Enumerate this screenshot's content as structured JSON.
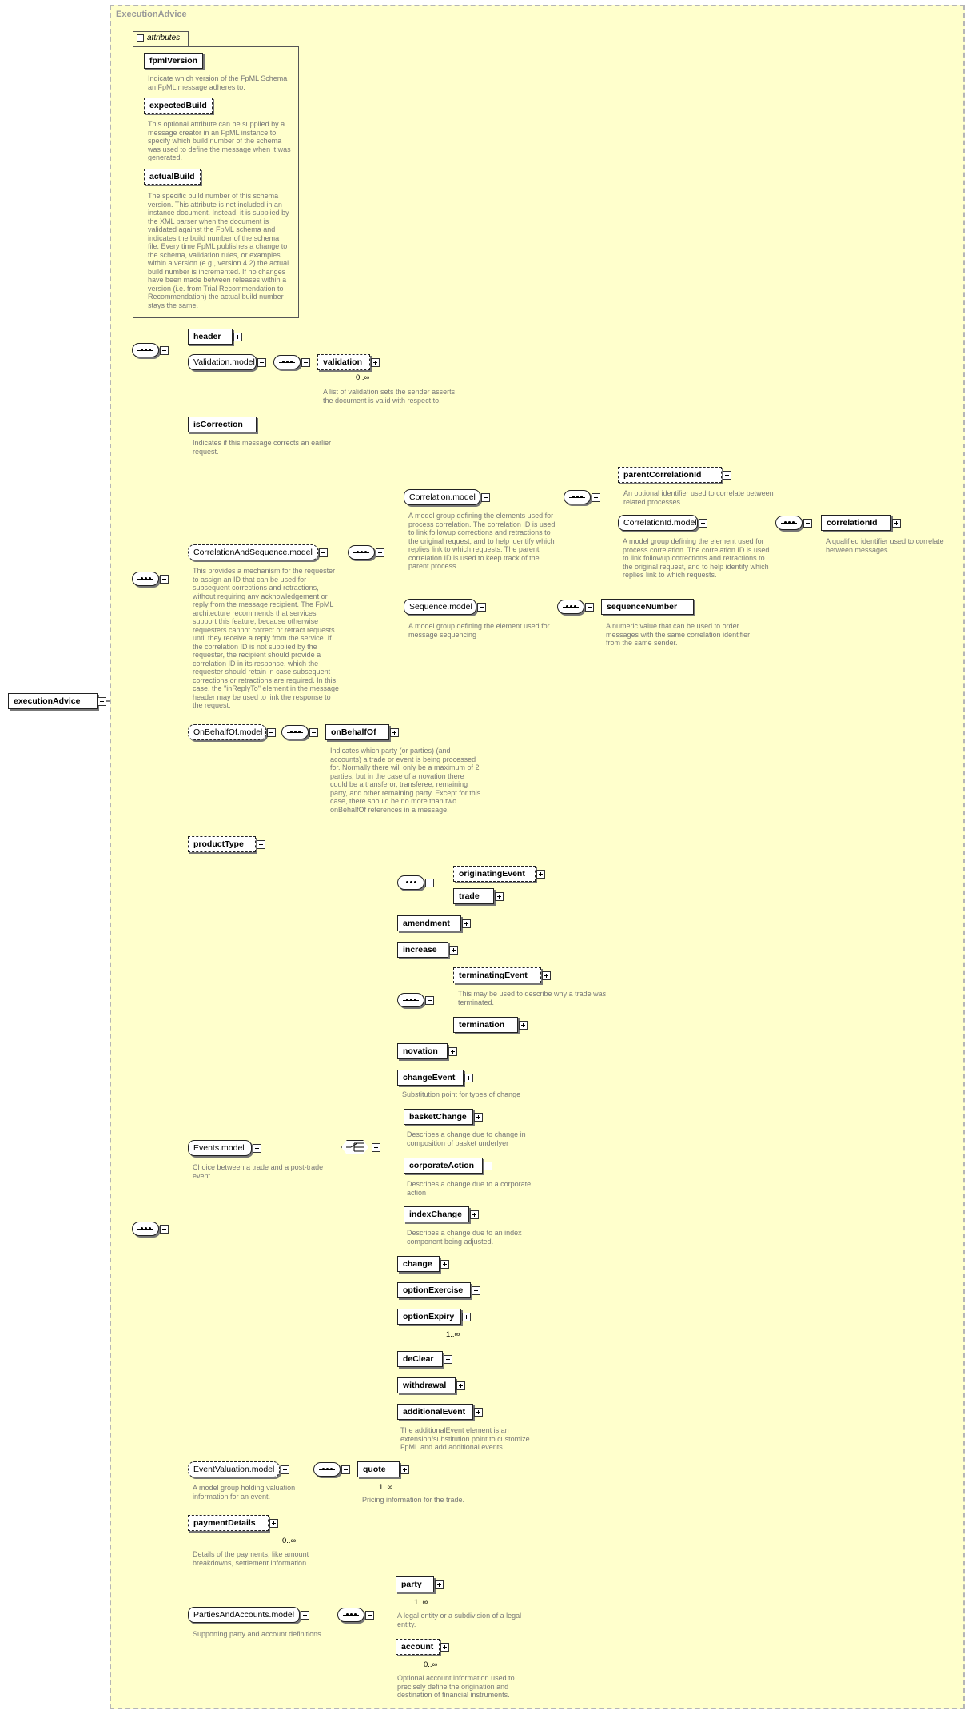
{
  "diagram": {
    "container_title": "ExecutionAdvice",
    "root": "executionAdvice",
    "attributes_tab": "attributes",
    "attributes": [
      {
        "name": "fpmlVersion",
        "desc": "Indicate which version of the FpML Schema an FpML message adheres to."
      },
      {
        "name": "expectedBuild",
        "desc": "This optional attribute can be supplied by a message creator in an FpML instance to specify which build number of the schema was used to define the message when it was generated."
      },
      {
        "name": "actualBuild",
        "desc": "The specific build number of this schema version. This attribute is not included in an instance document. Instead, it is supplied by the XML parser when the document is validated against the FpML schema and indicates the build number of the schema file. Every time FpML publishes a change to the schema, validation rules, or examples within a version (e.g., version 4.2) the actual build number is incremented. If no changes have been made between releases within a version (i.e. from Trial Recommendation to Recommendation) the actual build number stays the same."
      }
    ],
    "header": "header",
    "validation_model": "Validation.model",
    "validation": {
      "name": "validation",
      "card": "0..∞",
      "desc": "A list of validation sets the sender asserts the document is valid with respect to."
    },
    "isCorrection": {
      "name": "isCorrection",
      "desc": "Indicates if this message corrects an earlier request."
    },
    "correlation_and_sequence": {
      "name": "CorrelationAndSequence.model",
      "desc": "This provides a mechanism for the requester to assign an ID that can be used for subsequent corrections and retractions, without requiring any acknowledgement or reply from the message recipient. The FpML architecture recommends that services support this feature, because otherwise requesters cannot correct or retract requests until they receive a reply from the service. If the correlation ID is not supplied by the requester, the recipient should provide a correlation ID in its response, which the requester should retain in case subsequent corrections or retractions are required. In this case, the \"inReplyTo\" element in the message header may be used to link the response to the request."
    },
    "correlation_model": {
      "name": "Correlation.model",
      "desc": "A model group defining the elements used for process correlation. The correlation ID is used to link followup corrections and retractions to the original request, and to help identify which replies link to which requests. The parent correlation ID is used to keep track of the parent process."
    },
    "parentCorrelationId": {
      "name": "parentCorrelationId",
      "desc": "An optional identifier used to correlate between related processes"
    },
    "correlationId_model": {
      "name": "CorrelationId.model",
      "desc": "A model group defining the element used for process correlation. The correlation ID is used to link followup corrections and retractions to the original request, and to help identify which replies link to which requests."
    },
    "correlationId": {
      "name": "correlationId",
      "desc": "A qualified identifier used to correlate between messages"
    },
    "sequence_model": {
      "name": "Sequence.model",
      "desc": "A model group defining the element used for message sequencing"
    },
    "sequenceNumber": {
      "name": "sequenceNumber",
      "desc": "A numeric value that can be used to order messages with the same correlation identifier from the same sender."
    },
    "onBehalfOf_model": "OnBehalfOf.model",
    "onBehalfOf": {
      "name": "onBehalfOf",
      "desc": "Indicates which party (or parties) (and accounts) a trade or event is being processed for. Normally there will only be a maximum of 2 parties, but in the case of a novation there could be a transferor, transferee, remaining party, and other remaining party. Except for this case, there should be no more than two onBehalfOf references in a message."
    },
    "productType": "productType",
    "events_model": {
      "name": "Events.model",
      "desc": "Choice between a trade and a post-trade event."
    },
    "originatingEvent": "originatingEvent",
    "trade": "trade",
    "amendment": "amendment",
    "increase": "increase",
    "terminatingEvent": {
      "name": "terminatingEvent",
      "desc": "This may be used to describe why a trade was terminated."
    },
    "termination": "termination",
    "novation": "novation",
    "changeEvent": {
      "name": "changeEvent",
      "desc": "Substitution point for types of change"
    },
    "basketChange": {
      "name": "basketChange",
      "desc": "Describes a change due to change in composition of basket underlyer"
    },
    "corporateAction": {
      "name": "corporateAction",
      "desc": "Describes a change due to a corporate action"
    },
    "indexChange": {
      "name": "indexChange",
      "desc": "Describes a change due to an index component being adjusted."
    },
    "change": "change",
    "optionExercise": "optionExercise",
    "optionExpiry": {
      "name": "optionExpiry",
      "card": "1..∞"
    },
    "deClear": "deClear",
    "withdrawal": "withdrawal",
    "additionalEvent": {
      "name": "additionalEvent",
      "desc": "The additionalEvent element is an extension/substitution point to customize FpML and add additional events."
    },
    "eventValuation_model": {
      "name": "EventValuation.model",
      "desc": "A model group holding valuation information for an event."
    },
    "quote": {
      "name": "quote",
      "card": "1..∞",
      "desc": "Pricing information for the trade."
    },
    "paymentDetails": {
      "name": "paymentDetails",
      "card": "0..∞",
      "desc": "Details of the payments, like amount breakdowns, settlement information."
    },
    "partiesAndAccounts_model": {
      "name": "PartiesAndAccounts.model",
      "desc": "Supporting party and account definitions."
    },
    "party": {
      "name": "party",
      "card": "1..∞",
      "desc": "A legal entity or a subdivision of a legal entity."
    },
    "account": {
      "name": "account",
      "card": "0..∞",
      "desc": "Optional account information used to precisely define the origination and destination of financial instruments."
    }
  }
}
